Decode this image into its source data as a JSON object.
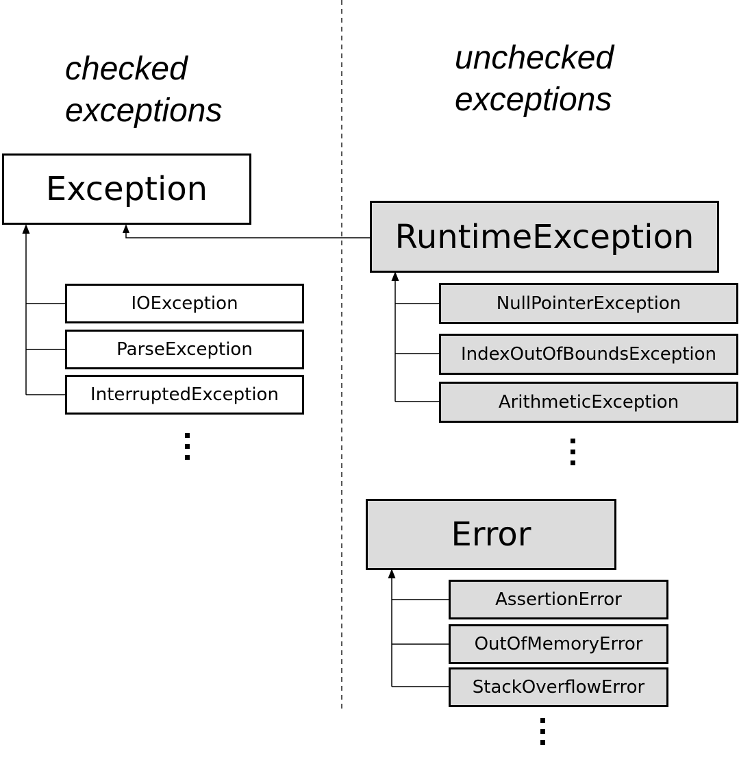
{
  "headings": {
    "checked": [
      "checked",
      "exceptions"
    ],
    "unchecked": [
      "unchecked",
      "exceptions"
    ]
  },
  "nodes": {
    "exception": "Exception",
    "io_exception": "IOException",
    "parse_exception": "ParseException",
    "interrupted_exception": "InterruptedException",
    "runtime_exception": "RuntimeException",
    "null_pointer_exception": "NullPointerException",
    "index_out_of_bounds_exception": "IndexOutOfBoundsException",
    "arithmetic_exception": "ArithmeticException",
    "error": "Error",
    "assertion_error": "AssertionError",
    "out_of_memory_error": "OutOfMemoryError",
    "stack_overflow_error": "StackOverflowError"
  },
  "continuation_marks": [
    "⋮",
    "⋮",
    "⋮"
  ],
  "colors": {
    "checked_box_fill": "#ffffff",
    "unchecked_box_fill": "#dcdcdc",
    "outline": "#000000",
    "divider": "#555555"
  }
}
